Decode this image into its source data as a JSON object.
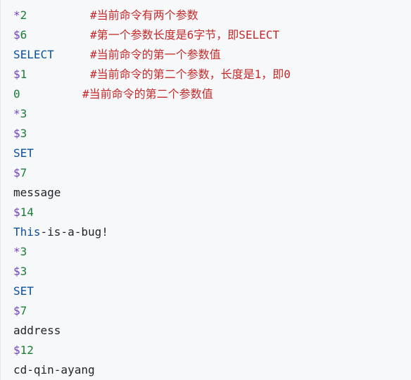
{
  "code": {
    "lines": [
      {
        "tokens": [
          {
            "t": "*",
            "c": "purple"
          },
          {
            "t": "2",
            "c": "green"
          }
        ],
        "comment": "#当前命令有两个参数"
      },
      {
        "tokens": [
          {
            "t": "$",
            "c": "purple"
          },
          {
            "t": "6",
            "c": "green"
          }
        ],
        "comment": "#第一个参数长度是6字节，即SELECT"
      },
      {
        "tokens": [
          {
            "t": "SELECT",
            "c": "blue"
          }
        ],
        "comment": "#当前命令的第一个参数值"
      },
      {
        "tokens": [
          {
            "t": "$",
            "c": "purple"
          },
          {
            "t": "1",
            "c": "green"
          }
        ],
        "comment": "#当前命令的第二个参数，长度是1，即0"
      },
      {
        "tokens": [
          {
            "t": "0",
            "c": "green"
          }
        ],
        "comment": "#当前命令的第二个参数值"
      },
      {
        "tokens": [
          {
            "t": "*",
            "c": "purple"
          },
          {
            "t": "3",
            "c": "green"
          }
        ]
      },
      {
        "tokens": [
          {
            "t": "$",
            "c": "purple"
          },
          {
            "t": "3",
            "c": "green"
          }
        ]
      },
      {
        "tokens": [
          {
            "t": "SET",
            "c": "blue"
          }
        ]
      },
      {
        "tokens": [
          {
            "t": "$",
            "c": "purple"
          },
          {
            "t": "7",
            "c": "green"
          }
        ]
      },
      {
        "tokens": [
          {
            "t": "message",
            "c": "plain"
          }
        ]
      },
      {
        "tokens": [
          {
            "t": "$",
            "c": "purple"
          },
          {
            "t": "14",
            "c": "green"
          }
        ]
      },
      {
        "tokens": [
          {
            "t": "This",
            "c": "blue"
          },
          {
            "t": "-is-a-bug!",
            "c": "plain"
          }
        ]
      },
      {
        "tokens": [
          {
            "t": "*",
            "c": "purple"
          },
          {
            "t": "3",
            "c": "green"
          }
        ]
      },
      {
        "tokens": [
          {
            "t": "$",
            "c": "purple"
          },
          {
            "t": "3",
            "c": "green"
          }
        ]
      },
      {
        "tokens": [
          {
            "t": "SET",
            "c": "blue"
          }
        ]
      },
      {
        "tokens": [
          {
            "t": "$",
            "c": "purple"
          },
          {
            "t": "7",
            "c": "green"
          }
        ]
      },
      {
        "tokens": [
          {
            "t": "address",
            "c": "plain"
          }
        ]
      },
      {
        "tokens": [
          {
            "t": "$",
            "c": "purple"
          },
          {
            "t": "12",
            "c": "green"
          }
        ]
      },
      {
        "tokens": [
          {
            "t": "cd-qin-ayang",
            "c": "plain"
          }
        ]
      }
    ]
  },
  "colors": {
    "background": "#f6f8fa",
    "purple": "#6f42c1",
    "green": "#1a7f37",
    "blue": "#0b4f9c",
    "plain": "#1f2328",
    "comment": "#c42a2a"
  }
}
